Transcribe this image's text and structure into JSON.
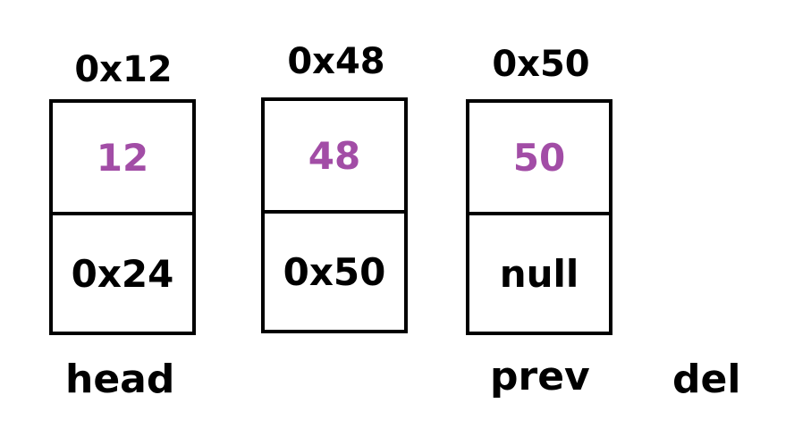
{
  "colors": {
    "value_text": "#a24da6",
    "text": "#000000",
    "border": "#000000"
  },
  "nodes": [
    {
      "address": "0x12",
      "value": "12",
      "next": "0x24"
    },
    {
      "address": "0x48",
      "value": "48",
      "next": "0x50"
    },
    {
      "address": "0x50",
      "value": "50",
      "next": "null"
    }
  ],
  "pointers": {
    "head": "head",
    "prev": "prev",
    "del": "del"
  }
}
